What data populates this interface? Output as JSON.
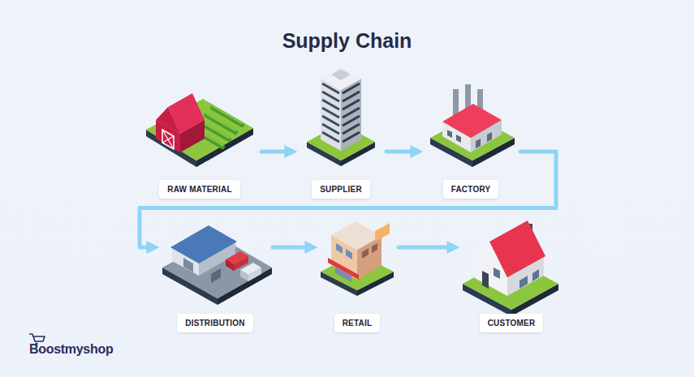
{
  "diagram": {
    "title": "Supply Chain",
    "nodes": [
      {
        "text": [
          "RAW MATERIAL"
        ]
      },
      {
        "text": [
          "SUPPLIER"
        ]
      },
      {
        "text": [
          "FACTORY"
        ]
      },
      {
        "text": [
          "DISTRIBUTION"
        ]
      },
      {
        "text": [
          "RETAIL"
        ]
      },
      {
        "text": [
          "CUSTOMER"
        ]
      }
    ],
    "edges": [
      {
        "from": 0,
        "to": 1,
        "arrow": "to"
      },
      {
        "from": 1,
        "to": 2,
        "arrow": "to"
      },
      {
        "from": 2,
        "to": 3,
        "arrow": "to"
      },
      {
        "from": 3,
        "to": 4,
        "arrow": "to"
      },
      {
        "from": 4,
        "to": 5,
        "arrow": "to"
      }
    ],
    "labels": [
      "Boostmyshop"
    ]
  }
}
